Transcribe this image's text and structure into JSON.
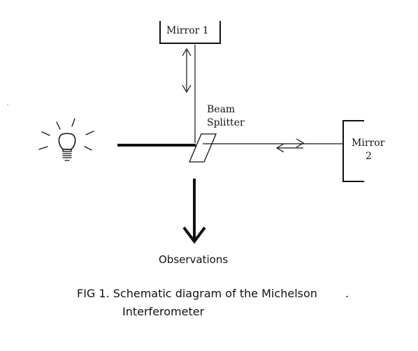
{
  "diagram": {
    "mirror1": {
      "label": "Mirror  1"
    },
    "mirror2": {
      "line1": "Mirror",
      "line2": "2"
    },
    "beam_splitter": {
      "line1": "Beam",
      "line2": "Splitter"
    },
    "observations": "Observations",
    "caption": {
      "line1": "FIG  1.  Schematic diagram of the Michelson",
      "line2": "Interferometer",
      "stray_dot": "."
    }
  },
  "colors": {
    "ink": "#111111",
    "background": "#ffffff"
  }
}
